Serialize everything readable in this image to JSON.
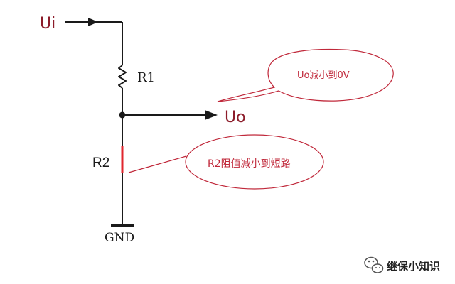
{
  "circuit": {
    "input_label": "Ui",
    "output_label": "Uo",
    "r1_label": "R1",
    "r2_label": "R2",
    "gnd_label": "GND"
  },
  "annotations": {
    "top_note": "Uo减小到0V",
    "bottom_note": "R2阻值减小到短路"
  },
  "watermark": {
    "text": "继保小知识"
  },
  "colors": {
    "wire": "#1a1a1a",
    "label_red": "#8c1c2a",
    "annotation": "#c0283a",
    "r2_resistor": "#e0262e"
  }
}
